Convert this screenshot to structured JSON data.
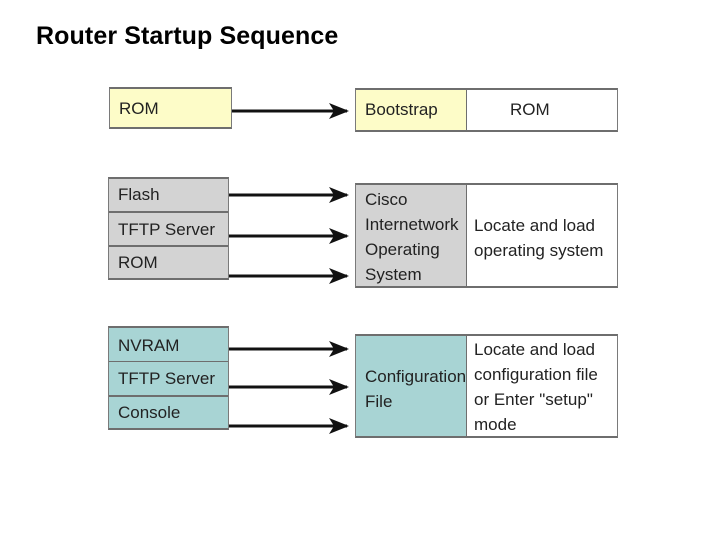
{
  "title": "Router Startup Sequence",
  "colors": {
    "yellow": "#fdfcc8",
    "gray": "#d3d3d3",
    "teal": "#a8d4d4",
    "border": "#6e6e6e",
    "arrow": "#111111"
  },
  "stages": [
    {
      "name": "bootstrap",
      "sources": [
        "ROM"
      ],
      "target": "Bootstrap",
      "description": "ROM"
    },
    {
      "name": "ios",
      "sources": [
        "Flash",
        "TFTP Server",
        "ROM"
      ],
      "target_lines": [
        "Cisco",
        "Internetwork",
        "Operating",
        "System"
      ],
      "description_lines": [
        "Locate and load",
        "operating system"
      ]
    },
    {
      "name": "config",
      "sources": [
        "NVRAM",
        "TFTP Server",
        "Console"
      ],
      "target_lines": [
        "Configuration",
        "File"
      ],
      "description_lines": [
        "Locate and load",
        "configuration file",
        "or Enter \"setup\"",
        "mode"
      ]
    }
  ]
}
